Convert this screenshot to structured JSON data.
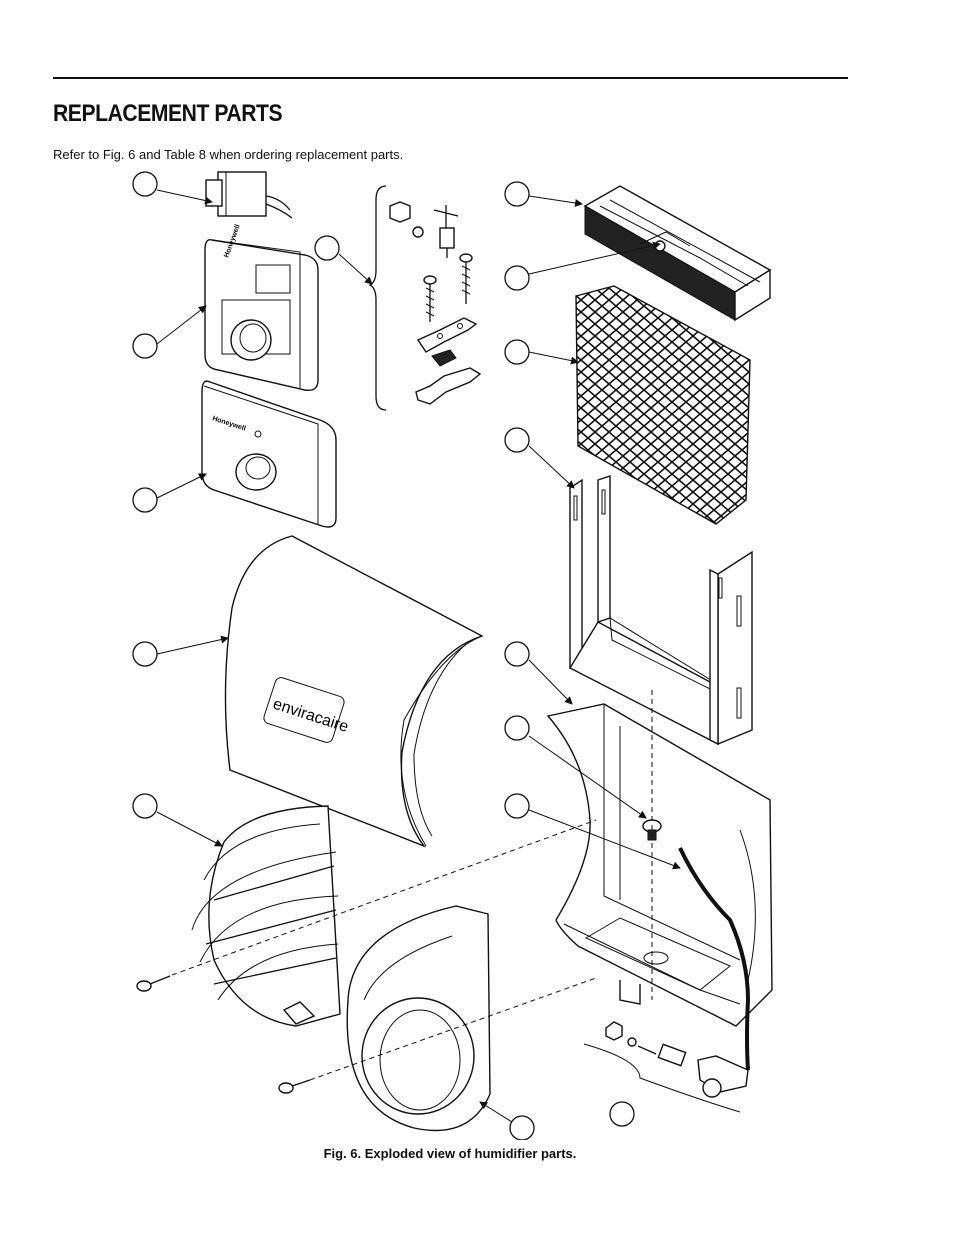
{
  "header": {
    "title": "REPLACEMENT PARTS",
    "intro": "Refer to Fig. 6 and Table 8 when ordering replacement parts."
  },
  "figure": {
    "caption": "Fig. 6. Exploded view of humidifier parts.",
    "brand_marks": [
      "Honeywell",
      "Honeywell",
      "enviracaire"
    ],
    "callout_count": 16
  }
}
